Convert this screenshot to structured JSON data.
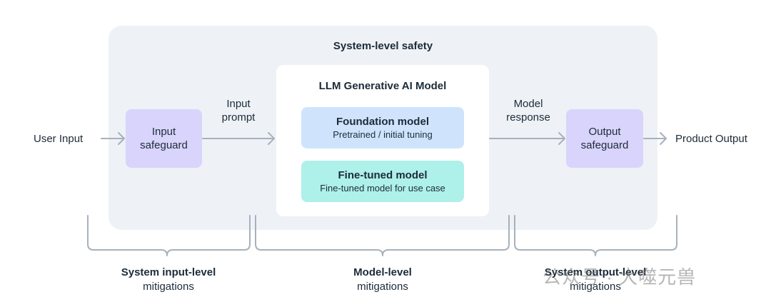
{
  "system_title": "System-level safety",
  "model_title": "LLM Generative AI Model",
  "user_input": "User Input",
  "product_output": "Product Output",
  "input_prompt": [
    "Input",
    "prompt"
  ],
  "model_response": [
    "Model",
    "response"
  ],
  "input_safeguard": [
    "Input",
    "safeguard"
  ],
  "output_safeguard": [
    "Output",
    "safeguard"
  ],
  "foundation": {
    "title": "Foundation model",
    "subtitle": "Pretrained / initial tuning"
  },
  "finetuned": {
    "title": "Fine-tuned model",
    "subtitle": "Fine-tuned model for use case"
  },
  "mitigations": {
    "input": {
      "title": "System input-level",
      "sub": "mitigations"
    },
    "model": {
      "title": "Model-level",
      "sub": "mitigations"
    },
    "output": {
      "title": "System output-level",
      "sub": "mitigations"
    }
  },
  "watermark": "公众号 · 大噬元兽",
  "colors": {
    "system_panel": "#eef2f6",
    "safeguard": "#d8d4fb",
    "foundation": "#cfe4fc",
    "finetuned": "#aef0ea",
    "connector": "#a7b1bd"
  }
}
